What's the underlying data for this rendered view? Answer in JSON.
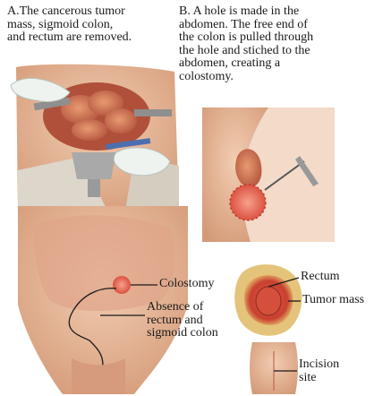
{
  "panel_a": {
    "caption_lines": [
      "A.The cancerous tumor",
      "mass, sigmoid colon,",
      "and rectum are removed."
    ]
  },
  "panel_b": {
    "caption_lines": [
      "B. A hole is made in the",
      "abdomen. The free end of",
      "the colon is pulled through",
      "the hole and stiched to the",
      "abdomen, creating a",
      "colostomy."
    ]
  },
  "labels": {
    "colostomy": "Colostomy",
    "absence_lines": [
      "Absence of",
      "rectum and",
      "sigmoid colon"
    ],
    "rectum": "Rectum",
    "tumor_mass": "Tumor mass",
    "incision_lines": [
      "Incision",
      "site"
    ]
  },
  "colors": {
    "skin": "#e7b596",
    "skin_shadow": "#c98e6f",
    "bowel": "#d9805c",
    "bowel_dark": "#a8473a",
    "stoma": "#e86b5a",
    "glove": "#e8efe9",
    "drape": "#d9d2c6"
  }
}
